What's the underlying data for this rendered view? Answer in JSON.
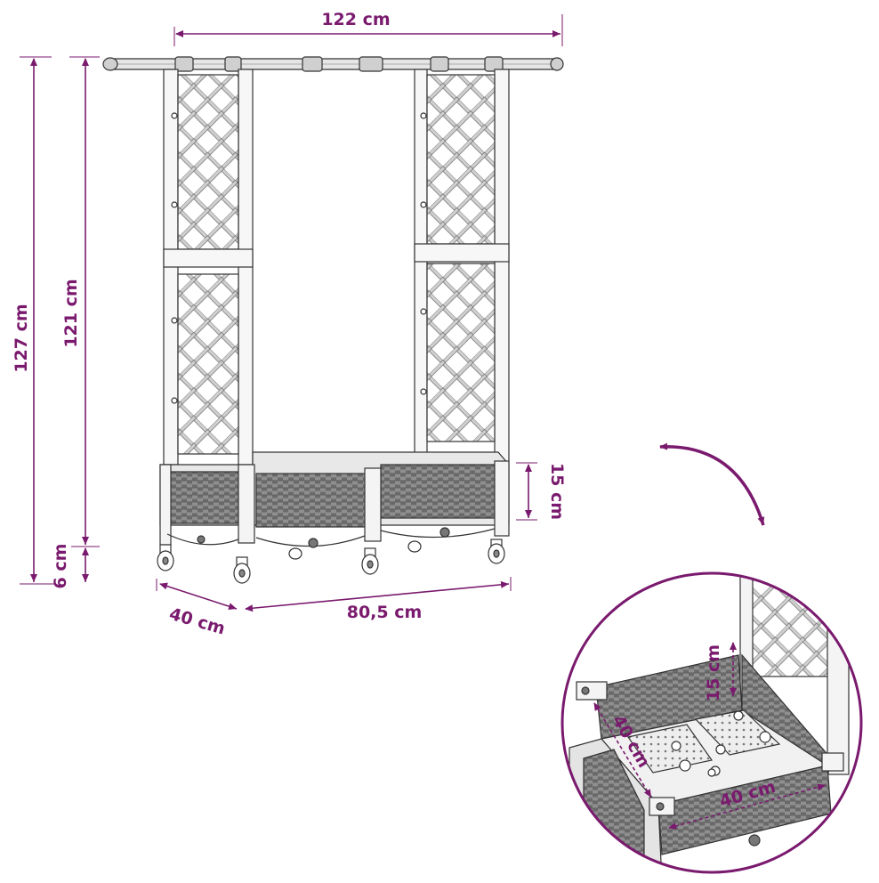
{
  "colors": {
    "dimension": "#7a1a6e",
    "outline": "#333333",
    "fill_light": "#f4f4f4",
    "fill_mid": "#d9d9d9",
    "fill_dark": "#8a8a8a",
    "background": "#ffffff"
  },
  "dimensions": {
    "top_width": "122 cm",
    "total_height": "127 cm",
    "frame_height": "121 cm",
    "wheel_height": "6 cm",
    "box_height": "15 cm",
    "depth": "40 cm",
    "length": "80,5 cm"
  },
  "detail": {
    "inner_height": "15 cm",
    "inner_depth": "40 cm",
    "inner_width": "40 cm"
  },
  "icons": {
    "rotate_arrow": "curved-arrow-icon"
  }
}
